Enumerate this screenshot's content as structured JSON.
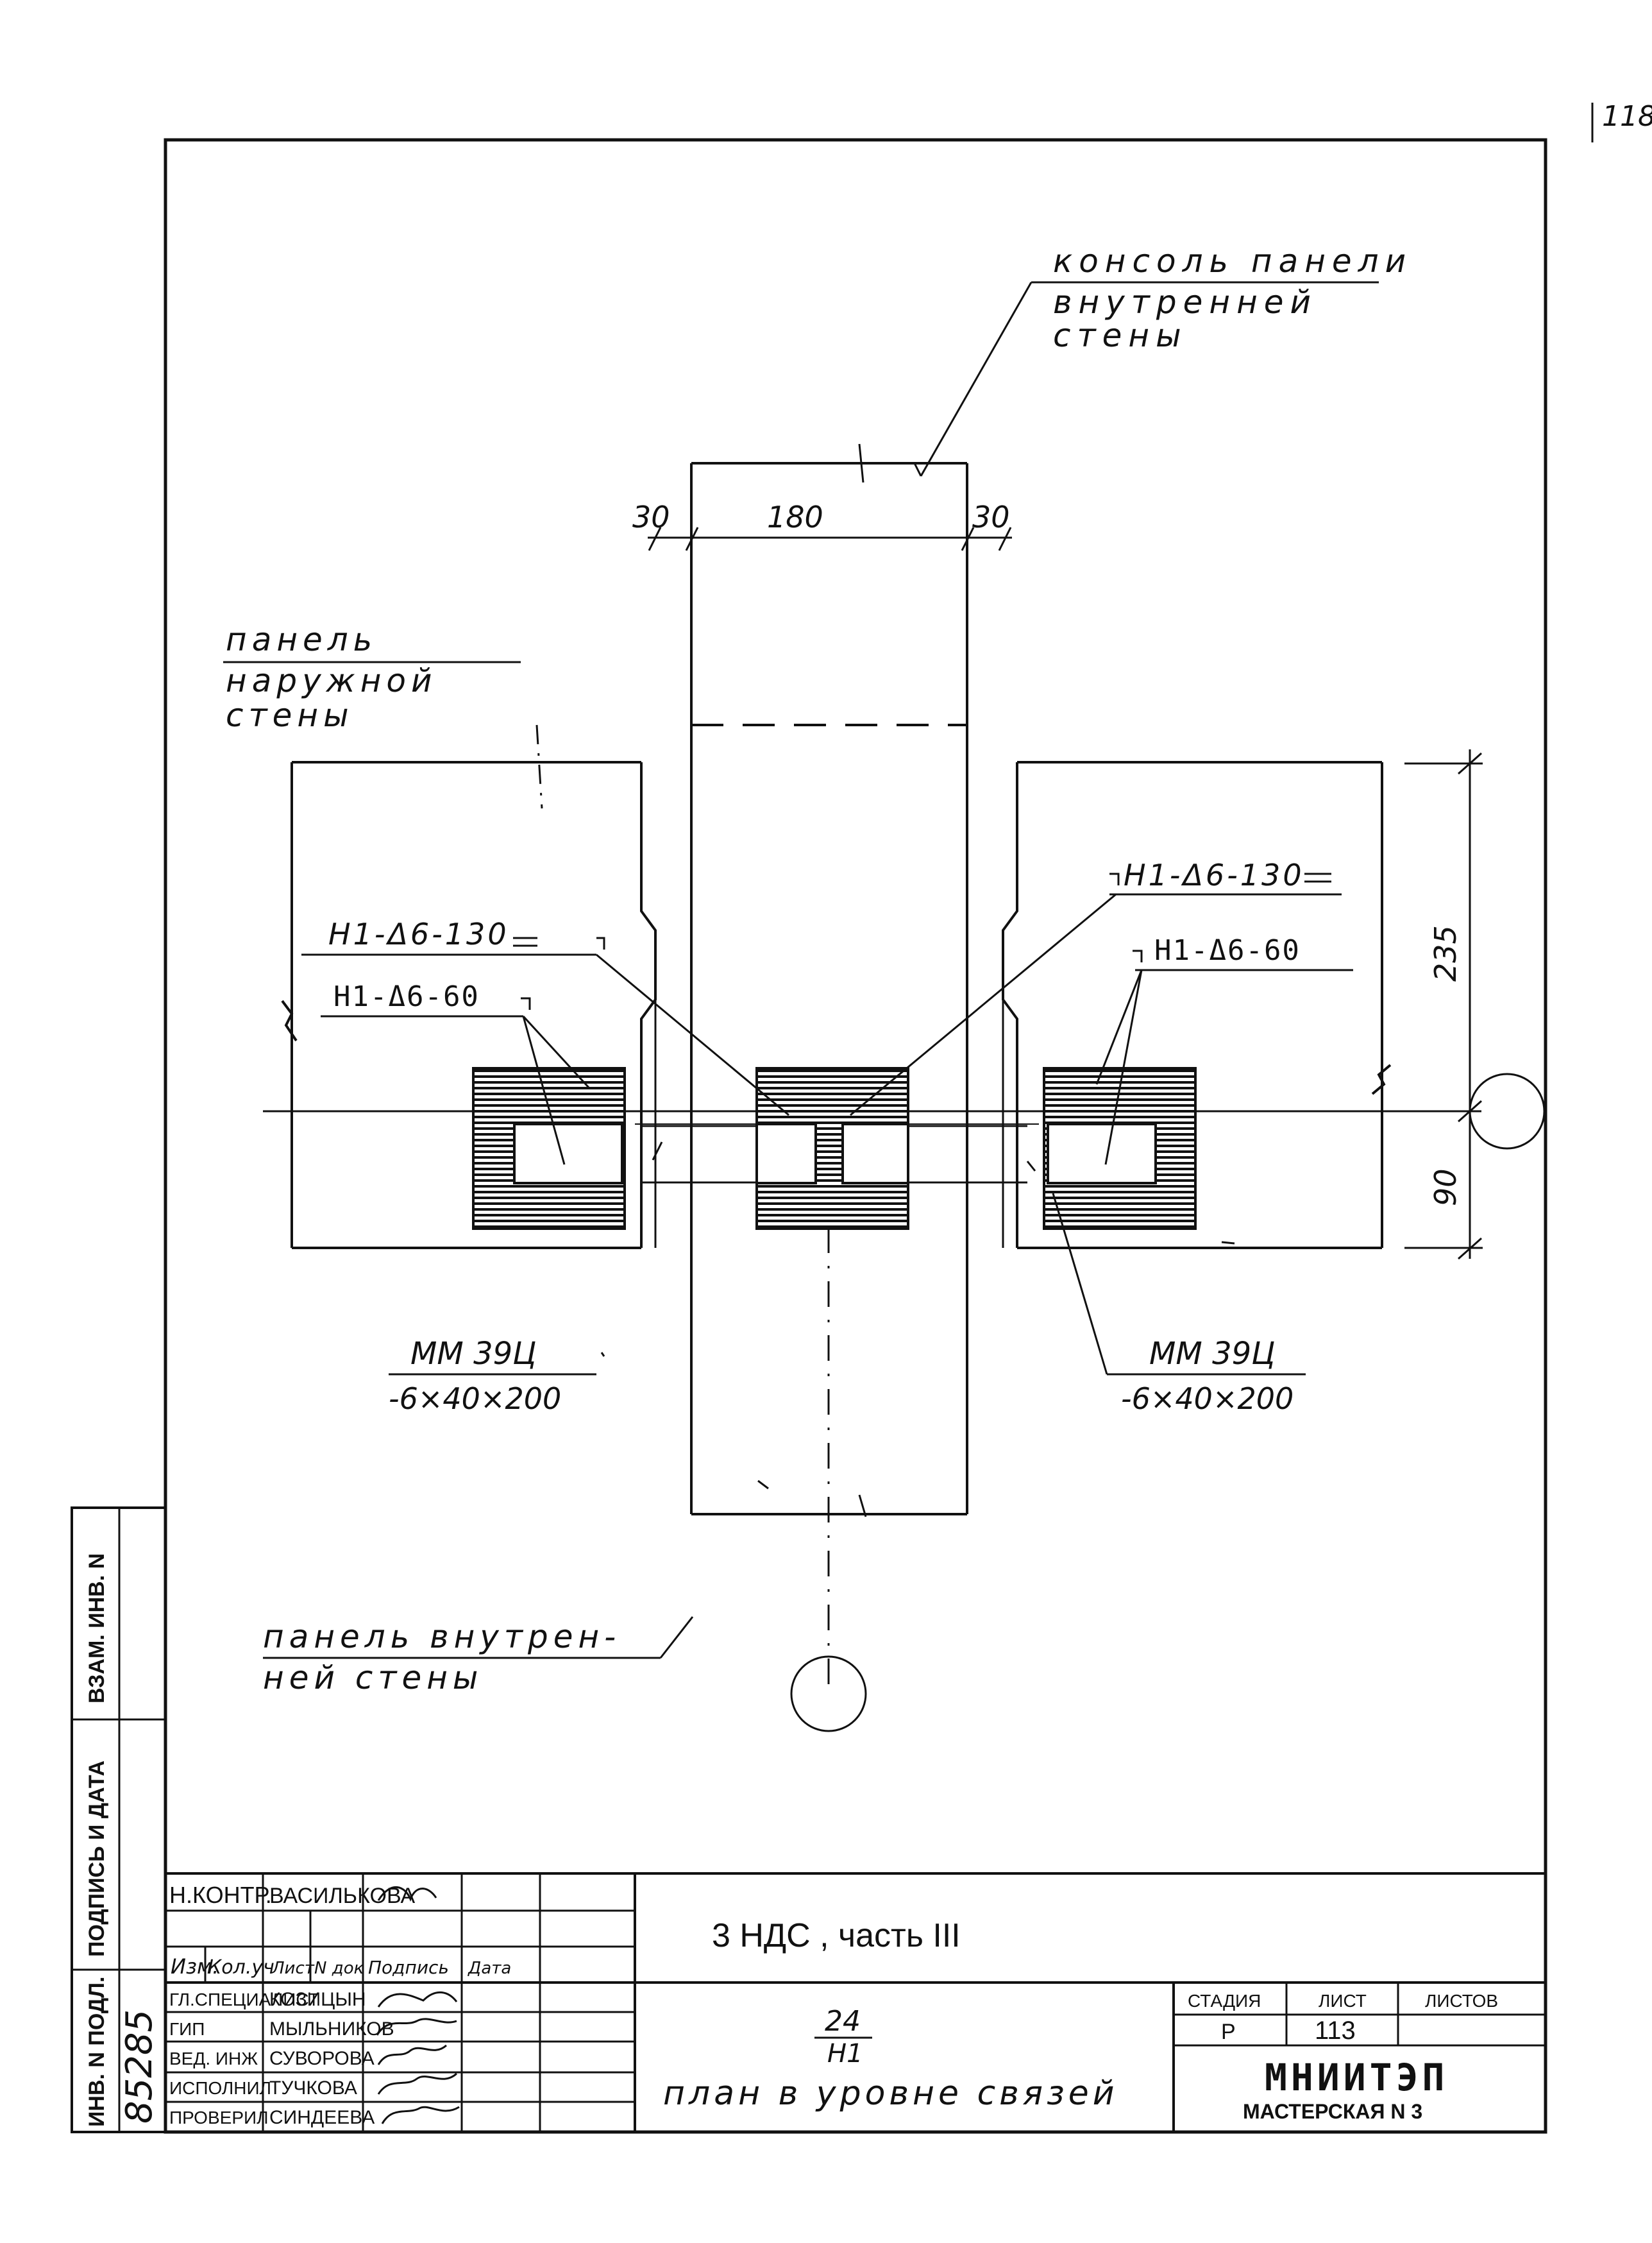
{
  "sheet_corner_number": "118",
  "labels": {
    "console_line1": "консоль панели",
    "console_line2": "внутренней",
    "console_line3": "стены",
    "outer_panel_line1": "панель",
    "outer_panel_line2": "наружной",
    "outer_panel_line3": "стены",
    "inner_panel_line1": "панель внутрен-",
    "inner_panel_line2": "ней стены",
    "tag_h1_130_left": "Н1-Δ6-130",
    "tag_h1_60_left": "Н1-Δ6-60",
    "tag_h1_130_right": "Н1-Δ6-130",
    "tag_h1_60_right": "Н1-Δ6-60",
    "mm_left_top": "ММ 39Ц",
    "mm_left_bottom": "-6×40×200",
    "mm_right_top": "ММ 39Ц",
    "mm_right_bottom": "-6×40×200"
  },
  "dimensions": {
    "left_30": "30",
    "mid_180": "180",
    "right_30": "30",
    "vert_235": "235",
    "vert_90": "90"
  },
  "side_strip": {
    "inv_podl": "ИНВ. N ПОДЛ.",
    "podpis_data": "ПОДПИСЬ И ДАТА",
    "vzam_inv": "ВЗАМ. ИНВ. N",
    "inv_number": "85285"
  },
  "title_block": {
    "n_kontr_label": "Н.КОНТР.",
    "n_kontr_name": "ВАСИЛЬКОВА",
    "header": {
      "izm": "Изм.",
      "kol_uch": "Кол.уч",
      "list": "Лист",
      "n_dok": "N док",
      "podpis": "Подпись",
      "data": "Дата"
    },
    "roles": [
      {
        "role": "ГЛ.СПЕЦИАЛИСТ",
        "name": "КОЗИЦЫН"
      },
      {
        "role": "ГИП",
        "name": "МЫЛЬНИКОВ"
      },
      {
        "role": "ВЕД. ИНЖ",
        "name": "СУВОРОВА"
      },
      {
        "role": "ИСПОЛНИЛ",
        "name": "ТУЧКОВА"
      },
      {
        "role": "ПРОВЕРИЛ",
        "name": "СИНДЕЕВА"
      }
    ],
    "project_title": "3 НДС , часть III",
    "node_number": "24",
    "node_sheet": "Н1",
    "drawing_title": "план в уровне связей",
    "stage_label": "СТАДИЯ",
    "sheet_label": "ЛИСТ",
    "sheets_label": "ЛИСТОВ",
    "stage_value": "Р",
    "sheet_value": "113",
    "sheets_value": "",
    "org_name": "МНИИТЭП",
    "org_workshop": "МАСТЕРСКАЯ N 3"
  }
}
